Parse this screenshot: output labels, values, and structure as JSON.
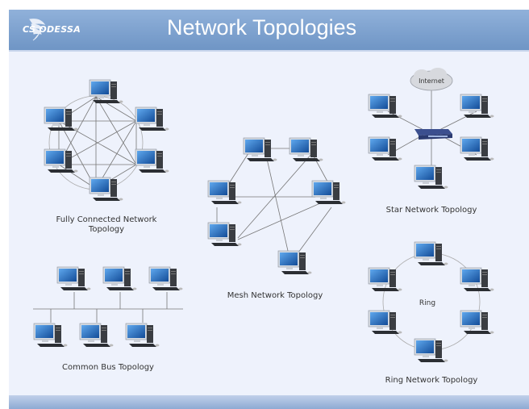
{
  "header": {
    "title": "Network Topologies",
    "logo_text": "CS ODESSA"
  },
  "colors": {
    "header_top": "#90b1da",
    "header_bottom": "#6f95c5",
    "background": "#eef2fc",
    "link_line": "#888888",
    "screen": "#1f6fc2"
  },
  "topologies": {
    "fully_connected": {
      "label_line1": "Fully Connected Network",
      "label_line2": "Topology",
      "nodes": 6
    },
    "mesh": {
      "label": "Mesh Network Topology",
      "nodes": 6
    },
    "star": {
      "label": "Star Network Topology",
      "cloud_label": "Internet",
      "nodes": 5
    },
    "bus": {
      "label": "Common Bus Topology",
      "nodes": 6
    },
    "ring": {
      "label": "Ring Network Topology",
      "center_label": "Ring",
      "nodes": 6
    }
  }
}
